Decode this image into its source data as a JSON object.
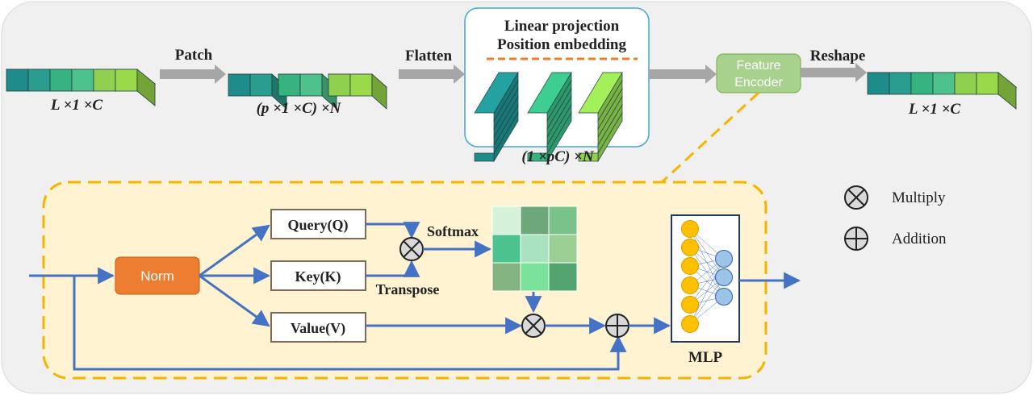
{
  "top_row": {
    "input_dims": "L ×1 ×C",
    "patch_label": "Patch",
    "patches_dims": "(p ×1 ×C) ×N",
    "flatten_label": "Flatten",
    "projection_line1": "Linear projection",
    "projection_line2": "Position embedding",
    "flattened_dims": "(1 ×pC) ×N",
    "encoder_line1": "Feature",
    "encoder_line2": "Encoder",
    "reshape_label": "Reshape",
    "output_dims": "L ×1 ×C"
  },
  "encoder": {
    "norm_label": "Norm",
    "query_label": "Query(Q)",
    "key_label": "Key(K)",
    "value_label": "Value(V)",
    "softmax_label": "Softmax",
    "transpose_label": "Transpose",
    "mlp_label": "MLP"
  },
  "legend": {
    "multiply_label": "Multiply",
    "addition_label": "Addition"
  },
  "colors": {
    "panel_bg": "#f0f0f0",
    "encoder_bg": "#fff3d1",
    "encoder_border": "#f5b400",
    "flow_arrow": "#4472c4",
    "norm_fill": "#ed7d31",
    "feature_encoder_fill": "#a9d18e",
    "dash_orange": "#ed7d31",
    "projection_border": "#3fa9d9"
  },
  "attention_matrix_colors": [
    "#d3f2d8",
    "#6ea87a",
    "#79c28a",
    "#4cc28e",
    "#a9e2bf",
    "#9ccf94",
    "#82b381",
    "#7ae29b",
    "#54a470"
  ],
  "icons": [
    "multiply-icon",
    "addition-icon",
    "arrow-icon"
  ]
}
